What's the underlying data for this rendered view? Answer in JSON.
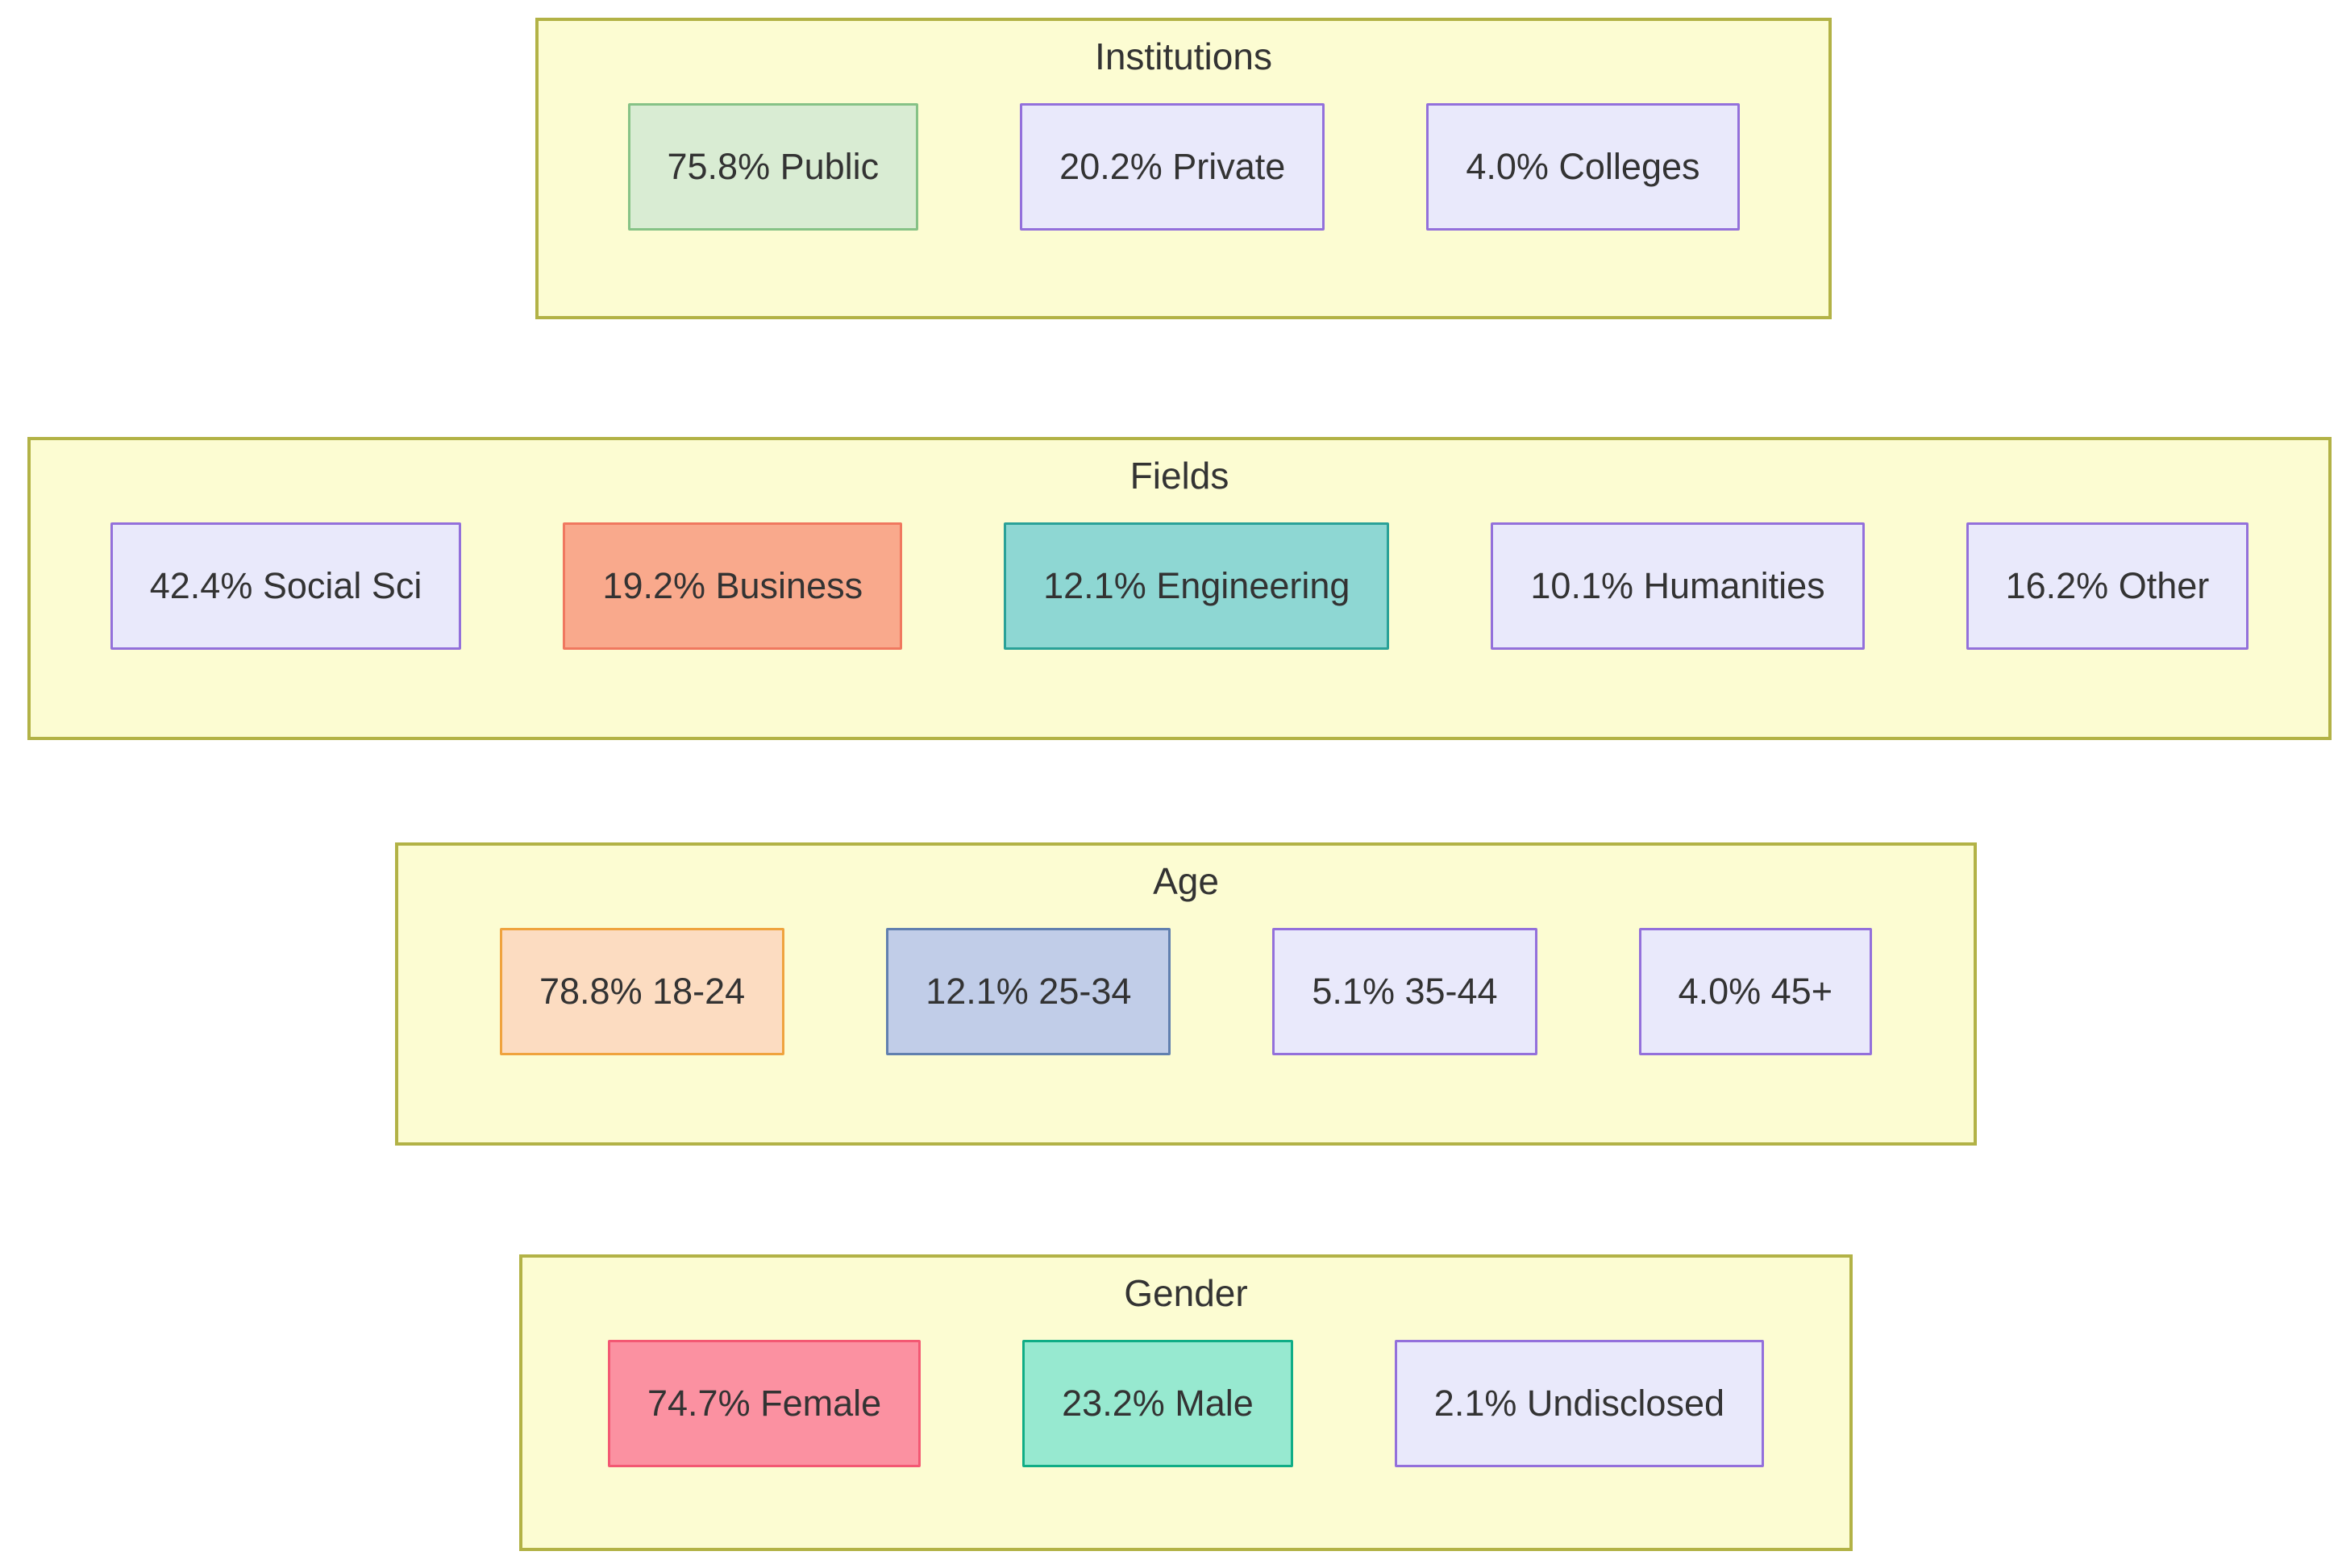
{
  "diagram": {
    "background_color": "#ffffff",
    "text_color": "#333333",
    "group_fill": "#fcfcd2",
    "group_border": "#b2b246",
    "sections": [
      {
        "id": "institutions",
        "title": "Institutions",
        "nodes": [
          {
            "label": "75.8% Public",
            "fill": "#d9ecd3",
            "border": "#86c286"
          },
          {
            "label": "20.2% Private",
            "fill": "#e9e9fb",
            "border": "#9370db"
          },
          {
            "label": "4.0% Colleges",
            "fill": "#e9e9fb",
            "border": "#9370db"
          }
        ]
      },
      {
        "id": "fields",
        "title": "Fields",
        "nodes": [
          {
            "label": "42.4% Social Sci",
            "fill": "#e9e9fb",
            "border": "#9370db"
          },
          {
            "label": "19.2% Business",
            "fill": "#f9a98c",
            "border": "#f0785f"
          },
          {
            "label": "12.1% Engineering",
            "fill": "#8ed7d3",
            "border": "#2aa198"
          },
          {
            "label": "10.1% Humanities",
            "fill": "#e9e9fb",
            "border": "#9370db"
          },
          {
            "label": "16.2% Other",
            "fill": "#e9e9fb",
            "border": "#9370db"
          }
        ]
      },
      {
        "id": "age",
        "title": "Age",
        "nodes": [
          {
            "label": "78.8% 18-24",
            "fill": "#fcdcc1",
            "border": "#efa33e"
          },
          {
            "label": "12.1% 25-34",
            "fill": "#c1cde8",
            "border": "#6180af"
          },
          {
            "label": "5.1% 35-44",
            "fill": "#e9e9fb",
            "border": "#9370db"
          },
          {
            "label": "4.0% 45+",
            "fill": "#e9e9fb",
            "border": "#9370db"
          }
        ]
      },
      {
        "id": "gender",
        "title": "Gender",
        "nodes": [
          {
            "label": "74.7% Female",
            "fill": "#fb91a1",
            "border": "#f35873"
          },
          {
            "label": "23.2% Male",
            "fill": "#97e9d0",
            "border": "#10ad86"
          },
          {
            "label": "2.1% Undisclosed",
            "fill": "#e9e9fb",
            "border": "#9370db"
          }
        ]
      }
    ]
  }
}
